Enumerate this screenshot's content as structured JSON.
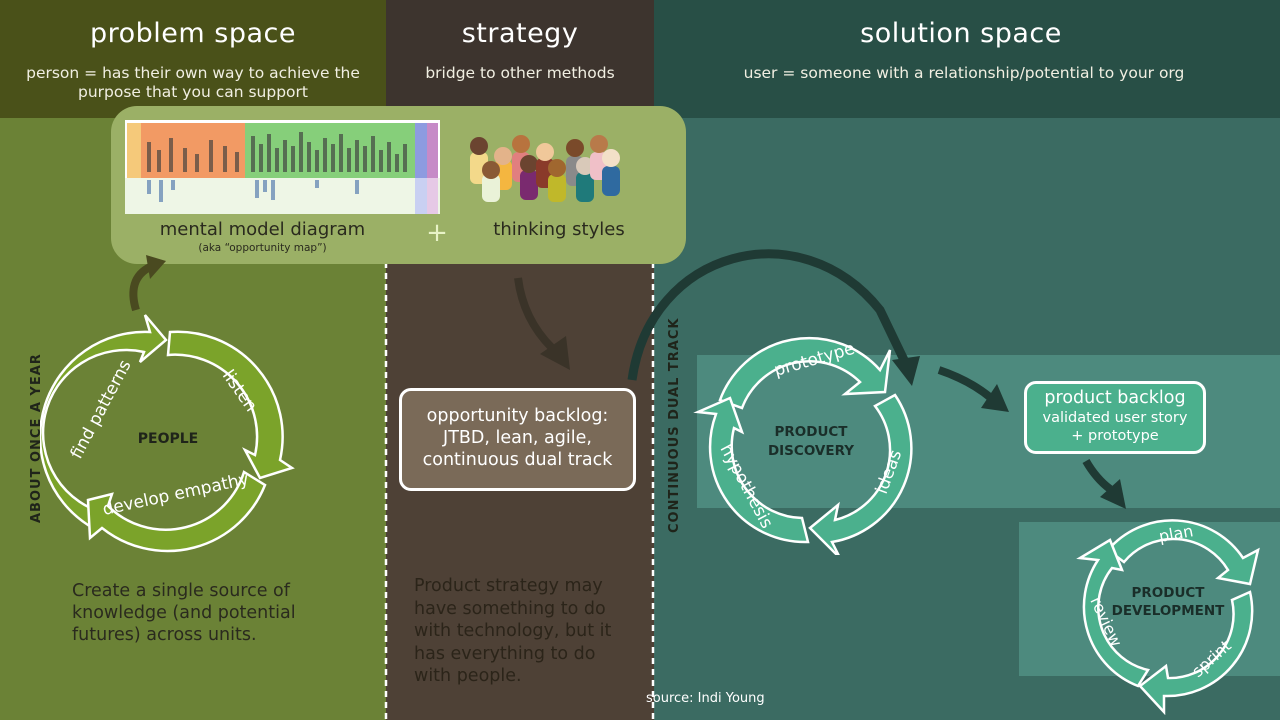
{
  "columns": {
    "problem": {
      "title": "problem space",
      "subtitle": "person = has their own way to achieve the purpose that you can support",
      "cycle_center": "PEOPLE",
      "cycle_segments": [
        "find patterns",
        "listen",
        "develop empathy"
      ],
      "vertical_label": "ABOUT ONCE A YEAR",
      "description": "Create a single source of knowledge (and potential futures) across units."
    },
    "strategy": {
      "title": "strategy",
      "subtitle": "bridge to other methods",
      "box_text": "opportunity backlog: JTBD, lean, agile, continuous dual track",
      "description": "Product strategy may have something to do with technology, but it has everything to do with people."
    },
    "solution": {
      "title": "solution space",
      "subtitle": "user = someone with a relationship/potential to your org",
      "vertical_label": "CONTINUOUS DUAL TRACK",
      "discovery": {
        "center_line1": "PRODUCT",
        "center_line2": "DISCOVERY",
        "segments": [
          "prototype",
          "ideas",
          "hypothesis"
        ]
      },
      "backlog": {
        "title": "product backlog",
        "line2": "validated user story",
        "line3": "+ prototype"
      },
      "development": {
        "center_line1": "PRODUCT",
        "center_line2": "DEVELOPMENT",
        "segments": [
          "plan",
          "sprint",
          "review"
        ]
      }
    }
  },
  "callout": {
    "mental_model_label": "mental model diagram",
    "mental_model_note": "(aka “opportunity map”)",
    "plus": "+",
    "thinking_styles_label": "thinking styles"
  },
  "source": "source: Indi Young",
  "colors": {
    "problem_bg": "#6b8236",
    "problem_header": "#4a5119",
    "strategy_bg": "#4e4136",
    "strategy_header": "#3d342e",
    "solution_bg": "#3b6b62",
    "solution_header": "#284f46",
    "green_arrow": "#7ba32a",
    "teal_arrow": "#4bb08d",
    "callout_bg": "#9bb066",
    "dark_arrow": "#1f3a34"
  }
}
